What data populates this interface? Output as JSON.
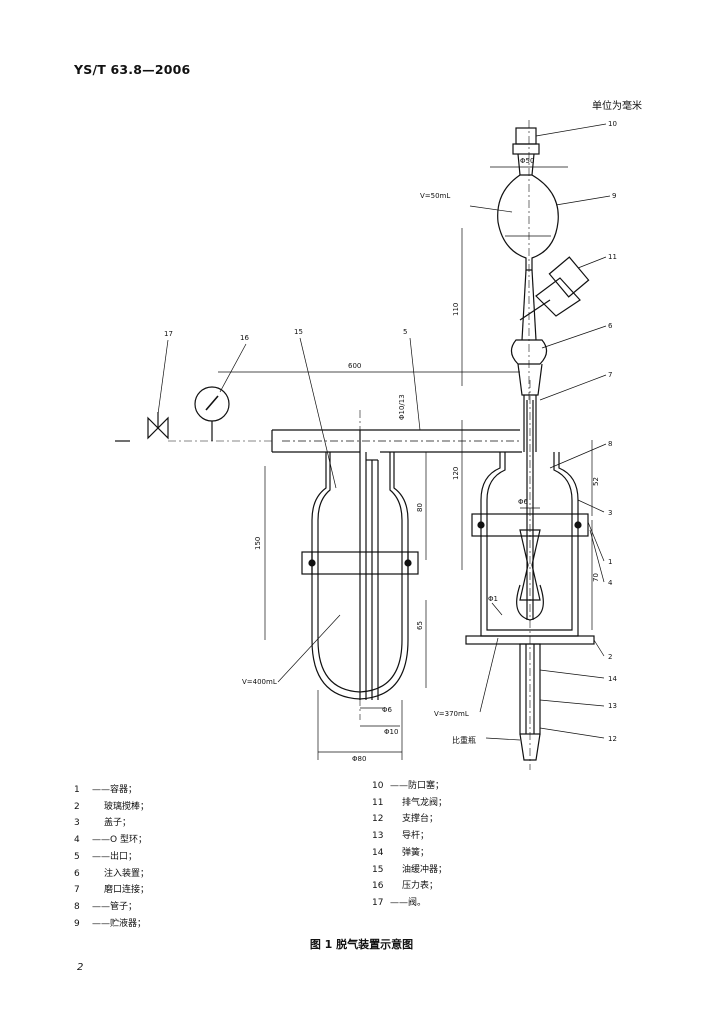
{
  "header": {
    "standard_code": "YS/T 63.8—2006"
  },
  "figure": {
    "unit_note": "单位为毫米",
    "callouts": [
      "10",
      "9",
      "11",
      "6",
      "7",
      "8",
      "3",
      "1",
      "4",
      "2",
      "14",
      "13",
      "12",
      "5",
      "15",
      "16",
      "17"
    ],
    "volume_labels": [
      "V=50mL",
      "V=400mL",
      "V=370mL"
    ],
    "dimensions": [
      "Φ50",
      "Φ10/13",
      "600",
      "110",
      "120",
      "52",
      "70",
      "Φ6",
      "80",
      "150",
      "65",
      "Φ6",
      "Φ10",
      "Φ80",
      "Φ1"
    ],
    "scale_label": "比重瓶",
    "caption": "图 1   脱气装置示意图"
  },
  "legend_left": [
    {
      "num": "1",
      "dash": "——",
      "label": "容器；"
    },
    {
      "num": "2",
      "dash": "",
      "label": "玻璃搅棒；"
    },
    {
      "num": "3",
      "dash": "",
      "label": "盖子；"
    },
    {
      "num": "4",
      "dash": "——",
      "label": "O 型环；"
    },
    {
      "num": "5",
      "dash": "——",
      "label": "出口；"
    },
    {
      "num": "6",
      "dash": "",
      "label": "注入装置；"
    },
    {
      "num": "7",
      "dash": "",
      "label": "磨口连接；"
    },
    {
      "num": "8",
      "dash": "——",
      "label": "管子；"
    },
    {
      "num": "9",
      "dash": "——",
      "label": "贮液器；"
    }
  ],
  "legend_right": [
    {
      "num": "10",
      "dash": "——",
      "label": "防口塞；"
    },
    {
      "num": "11",
      "dash": "",
      "label": "排气龙阀；"
    },
    {
      "num": "12",
      "dash": "",
      "label": "支撑台；"
    },
    {
      "num": "13",
      "dash": "",
      "label": "导杆；"
    },
    {
      "num": "14",
      "dash": "",
      "label": "弹簧；"
    },
    {
      "num": "15",
      "dash": "",
      "label": "油缓冲器；"
    },
    {
      "num": "16",
      "dash": "",
      "label": "压力表；"
    },
    {
      "num": "17",
      "dash": "——",
      "label": "阀。"
    }
  ],
  "page": {
    "number": "2"
  }
}
